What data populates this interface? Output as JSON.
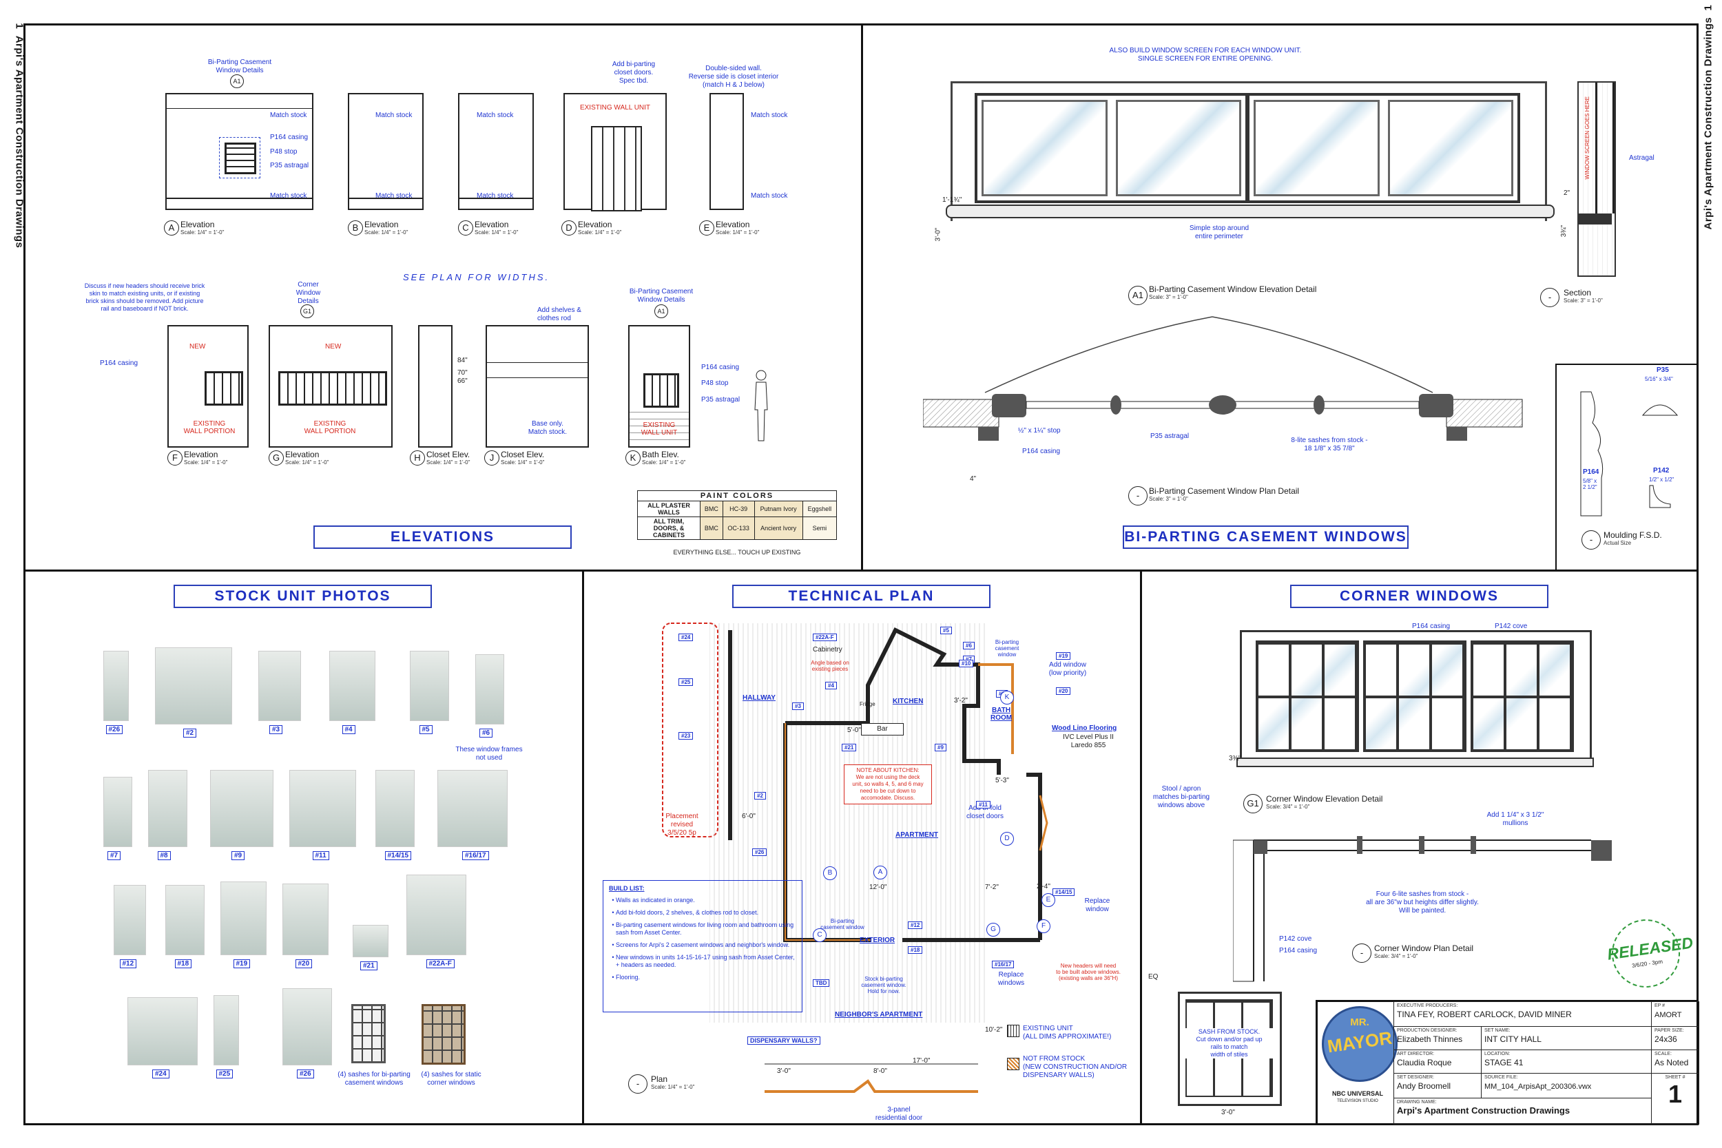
{
  "sheet_title": "Arpi's Apartment Construction Drawings",
  "sheet_number": "1",
  "sections": {
    "elevations": "ELEVATIONS",
    "casement": "BI-PARTING CASEMENT WINDOWS",
    "stock": "STOCK UNIT PHOTOS",
    "plan": "TECHNICAL PLAN",
    "corner": "CORNER WINDOWS"
  },
  "elevations": {
    "note_a1": "Bi-Parting Casement\nWindow Details",
    "note_d": "Add bi-parting\ncloset doors.\nSpec tbd.",
    "note_e": "Double-sided wall.\nReverse side is closet interior\n(match H & J below)",
    "existing_wall_unit": "EXISTING WALL UNIT",
    "match_stock": "Match stock",
    "p164": "P164 casing",
    "p48": "P48 stop",
    "p35": "P35 astragal",
    "see_plan": "SEE PLAN FOR WIDTHS.",
    "note_f": "Discuss if new headers should receive brick\nskin to match existing units, or if existing\nbrick skins should be removed. Add picture\nrail and baseboard if NOT brick.",
    "note_g": "Corner\nWindow\nDetails",
    "new": "NEW",
    "existing_wall_portion": "EXISTING\nWALL PORTION",
    "existing_wall_unit_k": "EXISTING\nWALL UNIT",
    "add_shelves": "Add shelves &\nclothes rod",
    "base_only": "Base only.\nMatch stock.",
    "dim_84": "84\"",
    "dim_70": "70\"",
    "dim_66": "66\"",
    "row1": [
      {
        "id": "A",
        "title": "Elevation",
        "scale": "Scale: 1/4\" = 1'-0\""
      },
      {
        "id": "B",
        "title": "Elevation",
        "scale": "Scale: 1/4\" = 1'-0\""
      },
      {
        "id": "C",
        "title": "Elevation",
        "scale": "Scale: 1/4\" = 1'-0\""
      },
      {
        "id": "D",
        "title": "Elevation",
        "scale": "Scale: 1/4\" = 1'-0\""
      },
      {
        "id": "E",
        "title": "Elevation",
        "scale": "Scale: 1/4\" = 1'-0\""
      }
    ],
    "row2": [
      {
        "id": "F",
        "title": "Elevation",
        "scale": "Scale: 1/4\" = 1'-0\""
      },
      {
        "id": "G",
        "title": "Elevation",
        "scale": "Scale: 1/4\" = 1'-0\""
      },
      {
        "id": "H",
        "title": "Closet Elev.",
        "scale": "Scale: 1/4\" = 1'-0\""
      },
      {
        "id": "J",
        "title": "Closet Elev.",
        "scale": "Scale: 1/4\" = 1'-0\""
      },
      {
        "id": "K",
        "title": "Bath Elev.",
        "scale": "Scale: 1/4\" = 1'-0\""
      }
    ]
  },
  "paint": {
    "header": "PAINT COLORS",
    "rows": [
      [
        "ALL PLASTER WALLS",
        "BMC",
        "HC-39",
        "Putnam Ivory",
        "Eggshell"
      ],
      [
        "ALL TRIM, DOORS, & CABINETS",
        "BMC",
        "OC-133",
        "Ancient Ivory",
        "Semi"
      ]
    ],
    "footer": "EVERYTHING ELSE... TOUCH UP EXISTING"
  },
  "casement": {
    "top_note": "ALSO BUILD WINDOW SCREEN FOR EACH WINDOW UNIT.\nSINGLE SCREEN FOR ENTIRE OPENING.",
    "stop_note": "Simple stop around\nentire perimeter",
    "elev_title": "Bi-Parting Casement Window Elevation Detail",
    "elev_scale": "Scale: 3\" = 1'-0\"",
    "section_title": "Section",
    "section_scale": "Scale: 3\" = 1'-0\"",
    "astragal": "Astragal",
    "screen_note": "WINDOW SCREEN GOES HERE",
    "plan_title": "Bi-Parting Casement Window Plan Detail",
    "plan_scale": "Scale: 3\" = 1'-0\"",
    "stop_label": "½\" x 1¼\" stop",
    "p164": "P164 casing",
    "p35": "P35 astragal",
    "sashes": "8-lite sashes from stock -\n18 1/8\" x 35 7/8\"",
    "dim_4": "4\"",
    "dim_2": "2\"",
    "dim_1": "1'-1¾\"",
    "dim_3": "3'-0\"",
    "dim_334": "3¾\"",
    "moulding_title": "Moulding F.S.D.",
    "moulding_scale": "Actual Size",
    "p164_m": "P164",
    "p164_m_size": "5/8\" x\n2 1/2\"",
    "p35_m": "P35",
    "p35_m_size": "5/16\" x 3/4\"",
    "p142_m": "P142",
    "p142_m_size": "1/2\" x 1/2\""
  },
  "stock": {
    "photos": [
      "#26",
      "#2",
      "#3",
      "#4",
      "#5",
      "#6",
      "#7",
      "#8",
      "#9",
      "#11",
      "#14/15",
      "#16/17",
      "#12",
      "#18",
      "#19",
      "#20",
      "#21",
      "#22A-F",
      "#24",
      "#25",
      "#26"
    ],
    "frames_note": "These window frames\nnot used",
    "sash_bi": "(4) sashes for bi-parting\ncasement windows",
    "sash_static": "(4) sashes for static\ncorner windows"
  },
  "plan": {
    "hallway": "HALLWAY",
    "kitchen": "KITCHEN",
    "bath": "BATH\nROOM",
    "apartment": "APARTMENT",
    "exterior": "EXTERIOR",
    "neighbor": "NEIGHBOR'S APARTMENT",
    "cabinetry": "Cabinetry",
    "angle": "Angle based on\nexisting pieces",
    "bar": "Bar",
    "fridge": "Fridge",
    "placement": "Placement\nrevised\n3/5/20 5p",
    "kitchen_note": "NOTE ABOUT KITCHEN:\nWe are not using the deck\nunit, so walls 4, 5, and 6 may\nneed to be cut down to\naccomodate. Discuss.",
    "bifold": "Add bi-fold\ncloset doors",
    "add_window": "Add window\n(low priority)",
    "flooring_title": "Wood Lino Flooring",
    "flooring": "IVC Level Plus II\nLaredo 855",
    "bi_parting": "Bi-parting\ncasement window",
    "replace_window": "Replace\nwindow",
    "replace_windows": "Replace\nwindows",
    "headers_note": "New headers will need\nto be built above windows.\n(existing walls are 36\"H)",
    "stock_door": "Stock bi-parting\ncasement window.\nHold for now.",
    "panel_door": "3-panel\nresidential door",
    "dispensary": "DISPENSARY WALLS?",
    "plan_title": "Plan",
    "plan_scale": "Scale: 1/4\" = 1'-0\"",
    "legend_existing": "EXISTING UNIT\n(ALL DIMS APPROXIMATE!)",
    "legend_new": "NOT FROM STOCK\n(NEW CONSTRUCTION AND/OR\nDISPENSARY WALLS)",
    "build_title": "BUILD LIST:",
    "build_list": [
      "Walls as indicated in orange.",
      "Add bi-fold doors, 2 shelves, & clothes rod to closet.",
      "Bi-parting casement windows for living room and bathroom using sash from Asset Center.",
      "Screens for Arpi's 2 casement windows and neighbor's window.",
      "New windows in units 14-15-16-17 using sash from Asset Center, + headers as needed.",
      "Flooring."
    ],
    "tags": [
      "#24",
      "#25",
      "#23",
      "#22A-F",
      "#5",
      "#6",
      "#7",
      "#4",
      "#3",
      "#2",
      "#21",
      "#9",
      "#26",
      "#11",
      "#8",
      "#19",
      "#20",
      "#10",
      "#12",
      "#14/15",
      "#16/17",
      "#18",
      "TBD"
    ],
    "dims": [
      "5'-0\"",
      "12'-0\"",
      "7'-2\"",
      "3'-2\"",
      "5'-3\"",
      "2'-4\"",
      "6'-0\"",
      "17'-0\"",
      "8'-0\"",
      "3'-0\"",
      "10'-2\""
    ]
  },
  "corner": {
    "p164": "P164 casing",
    "p142": "P142 cove",
    "stool": "Stool / apron\nmatches bi-parting\nwindows above",
    "elev_title": "Corner Window Elevation Detail",
    "elev_scale": "Scale: 3/4\" = 1'-0\"",
    "mullions": "Add 1 1/4\" x 3 1/2\"\nmullions",
    "sashes": "Four 6-lite sashes from stock -\nall are 36\"w but heights differ slightly.\nWill be painted.",
    "plan_title": "Corner Window Plan Detail",
    "plan_scale": "Scale: 3/4\" = 1'-0\"",
    "sash_note": "SASH FROM STOCK.\nCut down and/or pad up\nrails to match\nwidth of stiles",
    "eq": "EQ",
    "dim_3": "3'-0\"",
    "dim_334": "3¾\""
  },
  "title_block": {
    "logo_top": "MR.",
    "logo_main": "MAYOR",
    "network": "NBC UNIVERSAL",
    "network_sub": "TELEVISION STUDIO",
    "exec_label": "EXECUTIVE PRODUCERS:",
    "exec": "TINA FEY, ROBERT CARLOCK, DAVID MINER",
    "ep_label": "EP #",
    "ep": "AMORT",
    "pd_label": "PRODUCTION DESIGNER:",
    "pd": "Elizabeth Thinnes",
    "set_label": "SET NAME:",
    "set": "INT CITY HALL",
    "paper_label": "PAPER SIZE:",
    "paper": "24x36",
    "ad_label": "ART DIRECTOR:",
    "ad": "Claudia Roque",
    "loc_label": "LOCATION:",
    "loc": "STAGE 41",
    "scale_label": "SCALE:",
    "scale": "As Noted",
    "sd_label": "SET DESIGNER:",
    "sd": "Andy Broomell",
    "src_label": "SOURCE FILE:",
    "src": "MM_104_ArpisApt_200306.vwx",
    "sheet_label": "SHEET #",
    "dn_label": "DRAWING NAME:",
    "dn": "Arpi's Apartment Construction Drawings"
  },
  "stamp": {
    "text": "RELEASED",
    "date": "3/6/20 - 3pm"
  },
  "colors": {
    "blue": "#1d33d0",
    "red": "#d6271d",
    "orange": "#d9822b",
    "green": "#2f9a3a"
  }
}
